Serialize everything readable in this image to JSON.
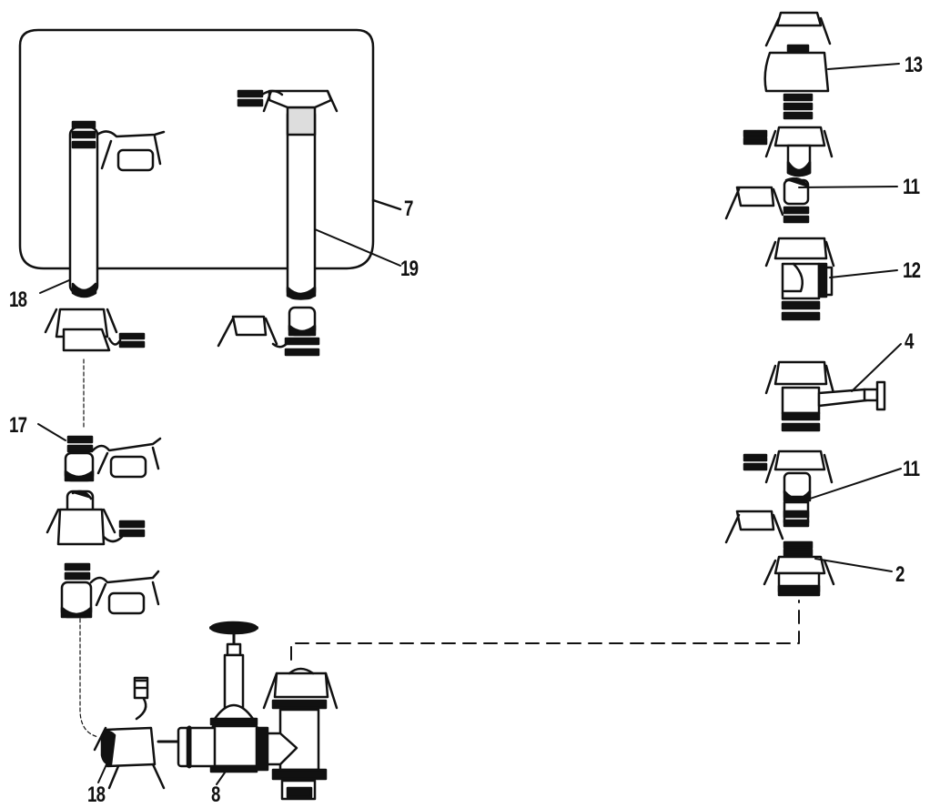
{
  "diagram": {
    "callouts": {
      "c7": "7",
      "c13": "13",
      "c11a": "11",
      "c12": "12",
      "c19": "19",
      "c18top": "18",
      "c4": "4",
      "c11b": "11",
      "c17": "17",
      "c2": "2",
      "c18bot": "18",
      "c8": "8"
    },
    "colors": {
      "ink": "#111111",
      "paper": "#ffffff"
    }
  }
}
